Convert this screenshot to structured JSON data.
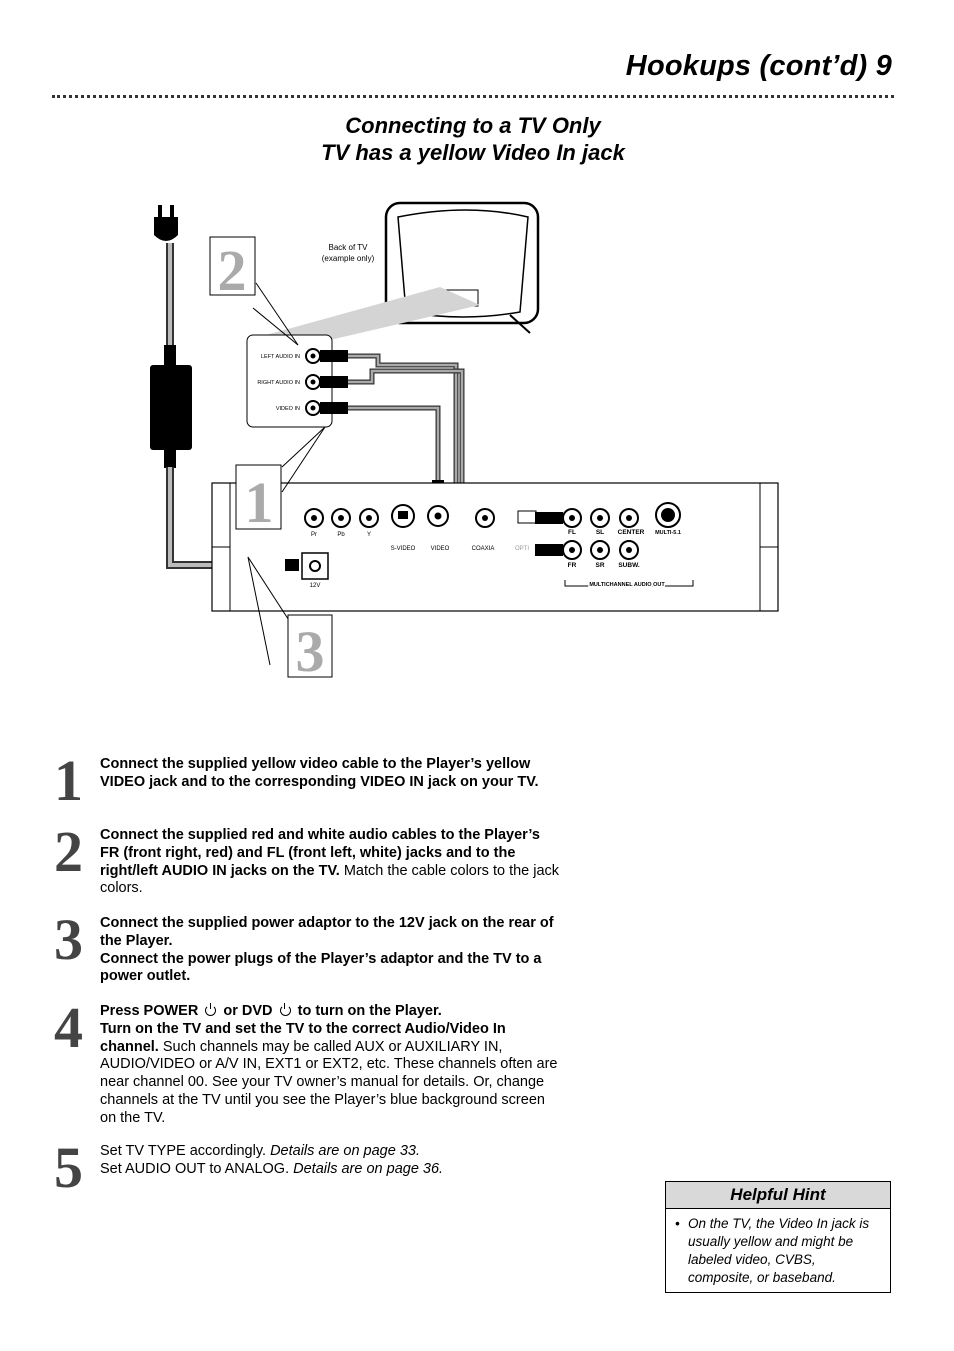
{
  "header": {
    "title": "Hookups (cont’d)  9"
  },
  "section": {
    "title_line1": "Connecting to a TV Only",
    "title_line2": "TV has a yellow Video In jack"
  },
  "diagram": {
    "callouts": [
      "1",
      "2",
      "3"
    ],
    "tv_label_line1": "Back of TV",
    "tv_label_line2": "(example only)",
    "tv_jacks": [
      "LEFT AUDIO IN",
      "RIGHT AUDIO IN",
      "VIDEO IN"
    ],
    "player_jacks": {
      "pr": "Pr",
      "pb": "Pb",
      "y": "Y",
      "svideo": "S-VIDEO",
      "video": "VIDEO",
      "coaxial": "COAXIA",
      "optical": "OPTI",
      "fl": "FL",
      "sl": "SL",
      "center": "CENTER",
      "multi": "MULTI-5.1",
      "fr": "FR",
      "sr": "SR",
      "subw": "SUBW.",
      "multichannel": "MULTICHANNEL AUDIO OUT",
      "power": "12V"
    }
  },
  "steps": [
    {
      "number": "1",
      "bold": "Connect the supplied yellow video cable to the Player’s yellow VIDEO jack and to the corresponding VIDEO IN jack on your TV."
    },
    {
      "number": "2",
      "bold": "Connect the supplied red and white audio cables to the Player’s FR (front right, red) and FL (front left, white) jacks and to the right/left AUDIO IN jacks on the TV.",
      "normal": " Match the cable colors to the jack colors."
    },
    {
      "number": "3",
      "bold1": "Connect the supplied power adaptor to the 12V jack on the rear of the Player.",
      "bold2": "Connect the power plugs of the Player’s adaptor and the TV to a power outlet."
    },
    {
      "number": "4",
      "press_a": "Press POWER",
      "press_b": "or DVD",
      "press_c": "to turn on the Player.",
      "bold2": "Turn on the TV and set the TV to the correct Audio/Video In channel.",
      "normal": "  Such channels may be called AUX or AUXILIARY IN, AUDIO/VIDEO or A/V IN, EXT1 or EXT2, etc. These channels often are near channel 00. See your TV owner’s manual for details. Or, change channels at the TV until you see the Player’s blue background screen on the TV."
    },
    {
      "number": "5",
      "line1": "Set TV TYPE accordingly. ",
      "line1_ref": "Details are on page 33.",
      "line2": "Set AUDIO OUT to ANALOG. ",
      "line2_ref": "Details are on page 36."
    }
  ],
  "hint": {
    "title": "Helpful Hint",
    "bullet": "•",
    "text": "On the TV, the Video In jack is usually yellow and might be labeled video, CVBS, composite, or baseband."
  }
}
